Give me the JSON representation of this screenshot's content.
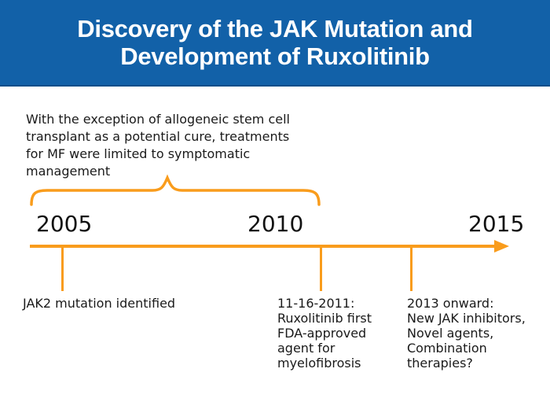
{
  "header": {
    "title_lines": [
      "Discovery of the JAK Mutation and",
      "Development of Ruxolitinib"
    ]
  },
  "annotation": {
    "lines": [
      "With the exception of allogeneic stem cell",
      "transplant as a potential cure, treatments",
      "for MF were limited to symptomatic",
      "management"
    ]
  },
  "timeline": {
    "years": [
      {
        "label": "2005"
      },
      {
        "label": "2010"
      },
      {
        "label": "2015"
      }
    ],
    "brace_span": "2005 to 2010",
    "events": [
      {
        "year_position": "2005",
        "label_lines": [
          "JAK2 mutation identified"
        ]
      },
      {
        "year_position": "2011",
        "label_lines": [
          "11-16-2011:",
          "Ruxolitinib first",
          "FDA-approved",
          "agent for",
          "myelofibrosis"
        ]
      },
      {
        "year_position": "2013",
        "label_lines": [
          "2013 onward:",
          "New JAK inhibitors,",
          "Novel agents,",
          "Combination",
          "therapies?"
        ]
      }
    ]
  },
  "colors": {
    "banner_blue": "#1261A8",
    "accent_orange": "#F99C1C",
    "title_text": "#FFFFFF",
    "body_text": "#1A1A1A"
  }
}
